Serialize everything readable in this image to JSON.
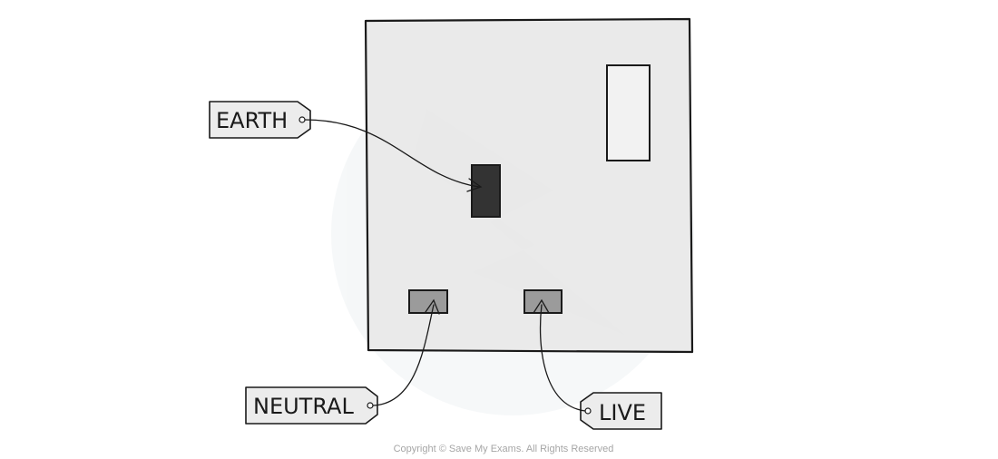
{
  "labels": {
    "earth": "EARTH",
    "neutral": "NEUTRAL",
    "live": "LIVE"
  },
  "copyright": "Copyright © Save My Exams. All Rights Reserved",
  "colors": {
    "socket_face": "#e8e8e8",
    "earth_pin": "#333333",
    "line_pins": "#9b9b9b",
    "switch": "#f2f2f2",
    "tag": "#ececec",
    "outline": "#1a1a1a",
    "watermark": "#e3e9ec"
  }
}
